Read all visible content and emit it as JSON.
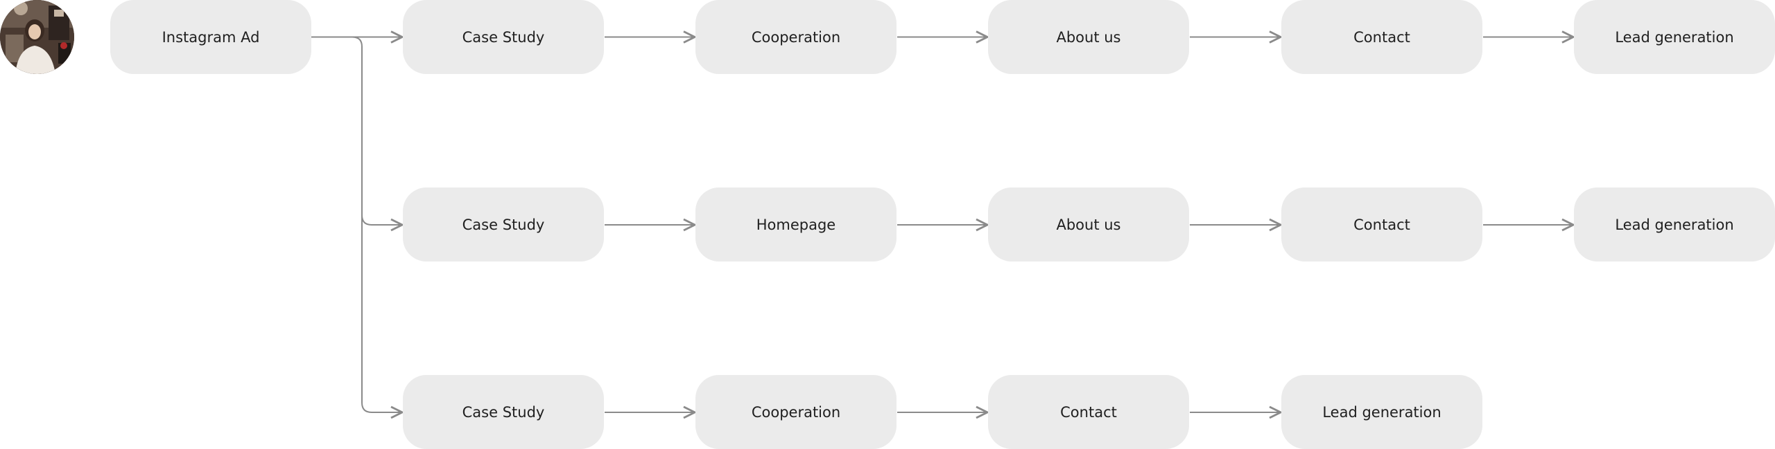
{
  "diagram": {
    "source": {
      "label": "Instagram Ad"
    },
    "flows": [
      {
        "steps": [
          "Case Study",
          "Cooperation",
          "About us",
          "Contact",
          "Lead generation"
        ]
      },
      {
        "steps": [
          "Case Study",
          "Homepage",
          "About us",
          "Contact",
          "Lead generation"
        ]
      },
      {
        "steps": [
          "Case Study",
          "Cooperation",
          "Contact",
          "Lead generation"
        ]
      }
    ]
  },
  "colors": {
    "node_fill": "#ebebeb",
    "connector": "#8a8a8a",
    "text": "#1f1f1f"
  },
  "avatar": {
    "icon": "person-photo-icon"
  }
}
